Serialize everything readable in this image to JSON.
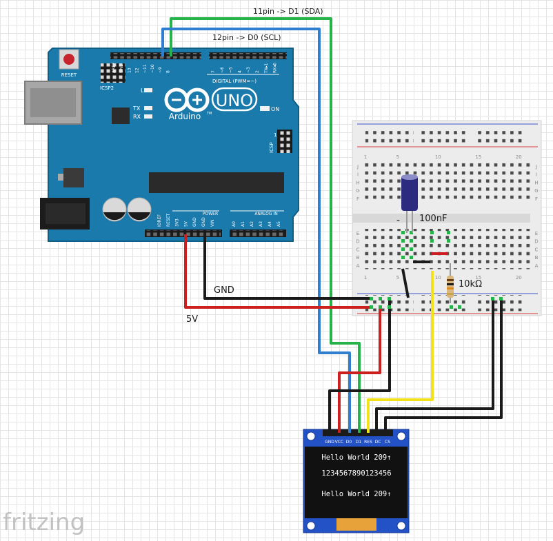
{
  "colors": {
    "board": "#1a7aab",
    "board_edge": "#0f5e86",
    "breadboard": "#ececec",
    "oled_pcb": "#2352c6",
    "oled_screen": "#111111",
    "wire_red": "#cc1f1f",
    "wire_black": "#1a1a1a",
    "wire_blue": "#2f7fd0",
    "wire_green": "#26b34a",
    "wire_yellow": "#f2e21c",
    "rail_red": "#d93838",
    "rail_blue": "#3b55c9"
  },
  "annotations": {
    "sda_wire": "11pin -> D1 (SDA)",
    "scl_wire": "12pin -> D0 (SCL)",
    "gnd_wire": "GND",
    "vcc_wire": "5V",
    "capacitor_value": "100nF",
    "capacitor_polarity": "-",
    "resistor_value": "10kΩ"
  },
  "arduino": {
    "reset_label": "RESET",
    "icsp2_label": "ICSP2",
    "icsp_label": "ICSP",
    "logo_brand": "Arduino",
    "logo_model": "UNO",
    "trademark": "TM",
    "digital_header_label": "DIGITAL (PWM=~)",
    "on_label": "ON",
    "led_l": "L",
    "led_tx": "TX",
    "led_rx": "RX",
    "power_header_label": "POWER",
    "analog_header_label": "ANALOG IN",
    "digital_pins": [
      "AREF",
      "GND",
      "13",
      "12",
      "~11",
      "~10",
      "~9",
      "8",
      "7",
      "~6",
      "~5",
      "4",
      "~3",
      "2",
      "TX▸1",
      "RX◂0"
    ],
    "power_pins": [
      "IOREF",
      "RESET",
      "3V3",
      "5V",
      "GND",
      "GND",
      "VIN"
    ],
    "analog_pins": [
      "A0",
      "A1",
      "A2",
      "A3",
      "A4",
      "A5"
    ],
    "icsp1_num": "1"
  },
  "breadboard": {
    "col_numbers": [
      "1",
      "5",
      "10",
      "15",
      "20"
    ],
    "row_letters_top": [
      "J",
      "I",
      "H",
      "G",
      "F"
    ],
    "row_letters_bottom": [
      "E",
      "D",
      "C",
      "B",
      "A"
    ]
  },
  "oled": {
    "pin_labels": [
      "GND",
      "VCC",
      "D0",
      "D1",
      "RES",
      "DC",
      "CS"
    ],
    "line1": "Hello World 209↑",
    "line2": "1234567890123456",
    "line3": "Hello World 209↑"
  },
  "watermark": "fritzing"
}
